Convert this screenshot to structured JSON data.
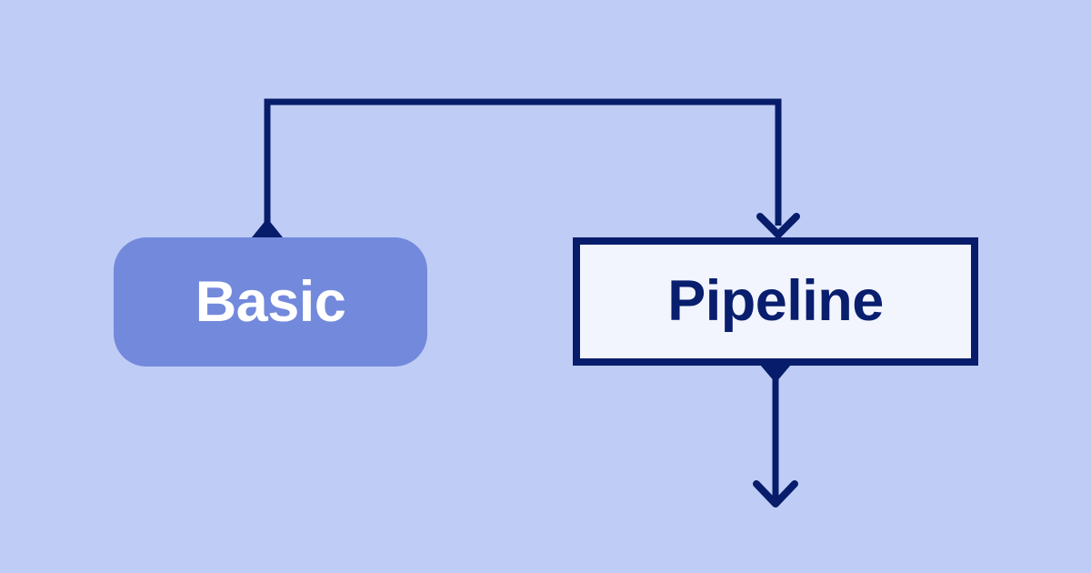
{
  "page": {
    "background_color": "#bfcdf6"
  },
  "diagram": {
    "type": "flowchart",
    "nodes": [
      {
        "id": "basic",
        "label": "Basic",
        "shape": "rounded-rectangle",
        "fill": "#7389dc",
        "text_color": "#ffffff"
      },
      {
        "id": "pipeline",
        "label": "Pipeline",
        "shape": "rectangle",
        "fill": "#f2f5fe",
        "border_color": "#071d6b",
        "text_color": "#0a1e6e"
      }
    ],
    "edges": [
      {
        "id": "edge-basic-to-pipeline",
        "from": "basic",
        "to": "pipeline",
        "route": "up-right-down",
        "start_marker": "filled-triangle",
        "end_marker": "chevron-arrow",
        "color": "#071d6b"
      },
      {
        "id": "edge-pipeline-down",
        "from": "pipeline",
        "direction": "down",
        "route": "straight-down-out-of-frame",
        "start_marker": "filled-triangle",
        "end_marker": "chevron-arrow",
        "color": "#071d6b"
      }
    ]
  }
}
